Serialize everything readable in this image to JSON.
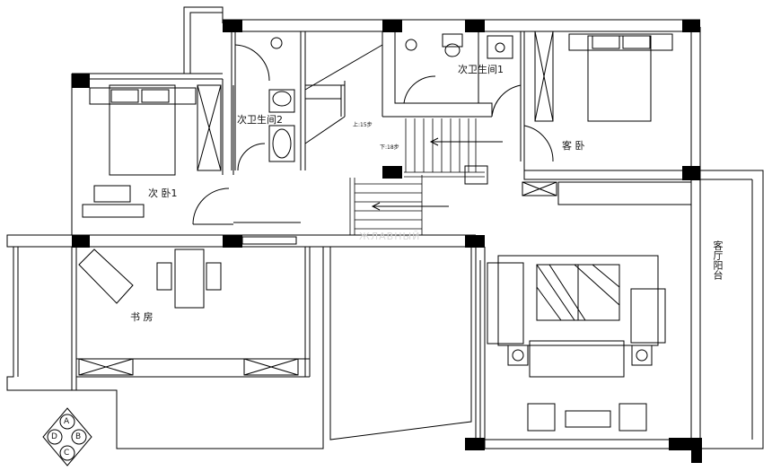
{
  "rooms": {
    "bedroom2": "次 卧1",
    "bath2": "次卫生间2",
    "bath1": "次卫生间1",
    "guest_bedroom": "客 卧",
    "study": "书 房",
    "living_balcony": "客厅阳台"
  },
  "stairs": {
    "up": "上:15步",
    "down": "下:18步"
  },
  "watermark": "ЖЛАВНЫЙ",
  "compass": {
    "a": "A",
    "b": "B",
    "c": "C",
    "d": "D"
  }
}
